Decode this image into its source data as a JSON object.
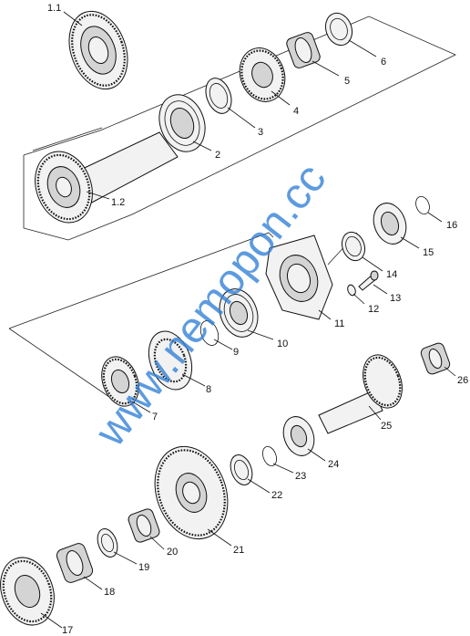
{
  "watermark": "www.nemopon.cc",
  "labels": {
    "p1_1": "1.1",
    "p1_2": "1.2",
    "p2": "2",
    "p3": "3",
    "p4": "4",
    "p5": "5",
    "p6": "6",
    "p7": "7",
    "p8": "8",
    "p9": "9",
    "p10": "10",
    "p11": "11",
    "p12": "12",
    "p13": "13",
    "p14": "14",
    "p15": "15",
    "p16": "16",
    "p17": "17",
    "p18": "18",
    "p19": "19",
    "p20": "20",
    "p21": "21",
    "p22": "22",
    "p23": "23",
    "p24": "24",
    "p25": "25",
    "p26": "26"
  },
  "colors": {
    "ink": "#111111",
    "watermark": "#2f7fd6",
    "background": "#ffffff"
  }
}
